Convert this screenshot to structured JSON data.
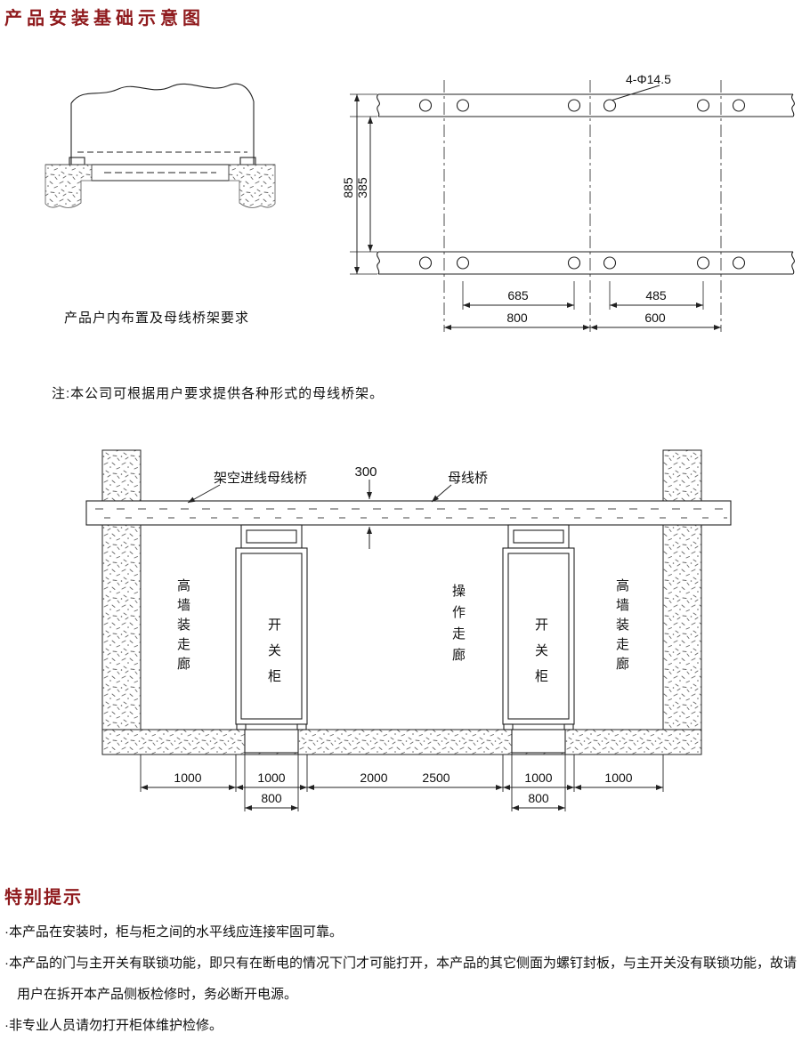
{
  "colors": {
    "accent": "#8f1a1d"
  },
  "header": {
    "title": "产品安装基础示意图"
  },
  "detail_figure": {
    "caption": "产品户内布置及母线桥架要求"
  },
  "note": "注:本公司可根据用户要求提供各种形式的母线桥架。",
  "plan": {
    "hole_label": "4-Φ14.5",
    "dim_outer_height": "885",
    "dim_inner_height": "385",
    "dim_hole_span_left": "685",
    "dim_hole_span_right": "485",
    "dim_center_span_left": "800",
    "dim_center_span_right": "600"
  },
  "section": {
    "label_overhead": "架空进线母线桥",
    "label_bus_bridge": "母线桥",
    "dim_clearance": "300",
    "corridor_left": "高墙装走廊",
    "cabinet_left": "开关柜",
    "corridor_center": "操作走廊",
    "cabinet_right": "开关柜",
    "corridor_right": "高墙装走廊",
    "dims": {
      "corridor_left": "1000",
      "cabinet_left": "1000",
      "center_a": "2000",
      "center_b": "2500",
      "cabinet_right": "1000",
      "corridor_right": "1000",
      "pit_left": "800",
      "pit_right": "800"
    }
  },
  "special": {
    "heading": "特别提示",
    "items": [
      "·本产品在安装时，柜与柜之间的水平线应连接牢固可靠。",
      "·本产品的门与主开关有联锁功能，即只有在断电的情况下门才可能打开，本产品的其它侧面为螺钉封板，与主开关没有联锁功能，故请用户在拆开本产品侧板检修时，务必断开电源。",
      "·非专业人员请勿打开柜体维护检修。"
    ]
  }
}
